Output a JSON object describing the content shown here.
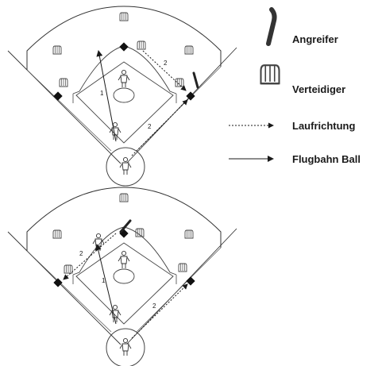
{
  "legend": {
    "attacker": "Angreifer",
    "defender": "Verteidiger",
    "run_direction": "Laufrichtung",
    "ball_path": "Flugbahn Ball"
  },
  "top_diagram": {
    "path_labels": [
      "1",
      "2",
      "2"
    ]
  },
  "bottom_diagram": {
    "path_labels": [
      "2",
      "1",
      "2"
    ]
  },
  "colors": {
    "ink": "#1a1a1a",
    "background": "#ffffff"
  }
}
